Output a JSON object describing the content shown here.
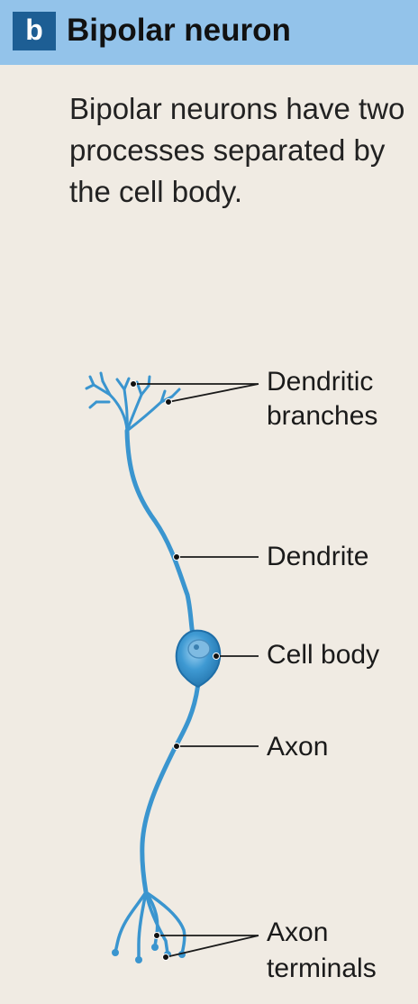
{
  "header": {
    "panel_letter": "b",
    "title": "Bipolar neuron"
  },
  "description": "Bipolar neurons have two processes separated by the cell body.",
  "labels": {
    "dendritic_branches_line1": "Dendritic",
    "dendritic_branches_line2": "branches",
    "dendrite": "Dendrite",
    "cell_body": "Cell body",
    "axon": "Axon",
    "axon_terminals_line1": "Axon",
    "axon_terminals_line2": "terminals"
  },
  "colors": {
    "background": "#f0ebe3",
    "header_band": "#93c3ea",
    "letter_box": "#1d5e94",
    "neuron": "#3a95cf",
    "neuron_dark": "#1f6fa8"
  }
}
